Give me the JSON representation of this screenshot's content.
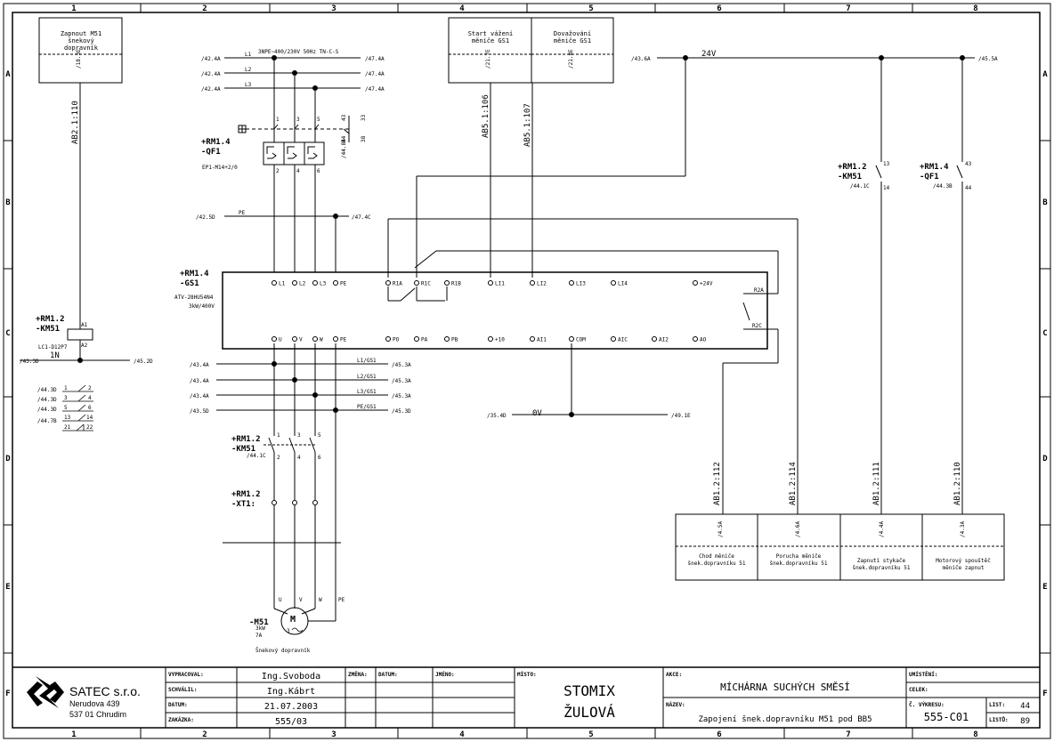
{
  "grid": {
    "columns": [
      "1",
      "2",
      "3",
      "4",
      "5",
      "6",
      "7",
      "8"
    ],
    "rows": [
      "A",
      "B",
      "C",
      "D",
      "E",
      "F"
    ]
  },
  "texts": {
    "col1_box": [
      "Zapnout M51",
      "šnekový",
      "dopravník"
    ],
    "col1_box_ref": "/18.3E",
    "wire_ab2": "AB2.1:110",
    "km51_coil_label": [
      "+RM1.2",
      "-KM51"
    ],
    "km51_coil_type": "LC1-D12P7",
    "coil_a1": "A1",
    "coil_a2": "A2",
    "wire_1n": "1N",
    "ref_433d": "/43.3D",
    "ref_452d": "/45.2D",
    "contacts_refs": [
      "/44.3D",
      "/44.3D",
      "/44.3D",
      "/44.7B"
    ],
    "contacts_nums": [
      "1",
      "2",
      "3",
      "4",
      "5",
      "6",
      "13",
      "14",
      "21",
      "22"
    ],
    "supply": "3NPE~400/230V 50Hz TN-C-S",
    "phase_labels": [
      "L1",
      "L2",
      "L3"
    ],
    "phase_refs_left": [
      "/42.4A",
      "/42.4A",
      "/42.4A"
    ],
    "phase_refs_right": [
      "/47.4A",
      "/47.4A",
      "/47.4A"
    ],
    "qf1_label": [
      "+RM1.4",
      "-QF1"
    ],
    "qf1_type": "EP1-M14+2/0",
    "qf1_top": [
      "1",
      "3",
      "5"
    ],
    "qf1_bottom": [
      "2",
      "4",
      "6"
    ],
    "qf1_aux": [
      "43",
      "44",
      "33",
      "38"
    ],
    "qf1_aux_ref": "/44.8B",
    "pe_ref_left": "/42.5D",
    "pe_label": "PE",
    "pe_ref_right": "/47.4C",
    "gs1_label": [
      "+RM1.4",
      "-GS1"
    ],
    "gs1_type": [
      "ATV-28HU54N4",
      "3kW/400V"
    ],
    "gs1_top_terms": [
      "L1",
      "L2",
      "L3",
      "PE",
      "R1A",
      "R1C",
      "R1B",
      "LI1",
      "LI2",
      "LI3",
      "LI4",
      "+24V"
    ],
    "gs1_bottom_terms": [
      "U",
      "V",
      "W",
      "PE",
      "PO",
      "PA",
      "PB",
      "+10",
      "AI1",
      "COM",
      "AIC",
      "AI2",
      "AO"
    ],
    "r2a": "R2A",
    "r2c": "R2C",
    "start_box": [
      "Start vážení",
      "měniče GS1"
    ],
    "start_ref": "/21.7E",
    "dov_box": [
      "Dovažování",
      "měniče GS1"
    ],
    "dov_ref": "/21.8E",
    "wire_106": "AB5.1:106",
    "wire_107": "AB5.1:107",
    "v24": "24V",
    "ref_436a": "/43.6A",
    "ref_455a": "/45.5A",
    "km51_aux_label": [
      "+RM1.2",
      "-KM51"
    ],
    "km51_aux_ref": "/44.1C",
    "km51_aux_nums": [
      "13",
      "14"
    ],
    "qf1_aux2_label": [
      "+RM1.4",
      "-QF1"
    ],
    "qf1_aux2_ref": "/44.3B",
    "qf1_aux2_nums": [
      "43",
      "44"
    ],
    "out_left_refs": [
      "/43.4A",
      "/43.4A",
      "/43.4A",
      "/43.5D"
    ],
    "out_labels": [
      "L1/GS1",
      "L2/GS1",
      "L3/GS1",
      "PE/GS1"
    ],
    "out_right_refs": [
      "/45.3A",
      "/45.3A",
      "/45.3A",
      "/45.3D"
    ],
    "v0": "0V",
    "ref_354d": "/35.4D",
    "ref_491e": "/49.1E",
    "km51_main_label": [
      "+RM1.2",
      "-KM51"
    ],
    "km51_main_ref": "/44.1C",
    "km51_main_top": [
      "1",
      "3",
      "5"
    ],
    "km51_main_bottom": [
      "2",
      "4",
      "6"
    ],
    "xt1_label": [
      "+RM1.2",
      "-XT1:"
    ],
    "motor_terms": [
      "U",
      "V",
      "W",
      "PE"
    ],
    "motor_label": "-M51",
    "motor_rating": [
      "3kW",
      "7A"
    ],
    "motor_symbol": "M",
    "motor_phase": "3",
    "motor_desc": "Šnekový dopravník",
    "out_wires": [
      "AB1.2:112",
      "AB1.2:114",
      "AB1.2:111",
      "AB1.2:110"
    ],
    "out_refs": [
      "/4.5A",
      "/4.6A",
      "/4.4A",
      "/4.3A"
    ],
    "out_boxes": [
      [
        "Chod měniče",
        "šnek.dopravníku 51"
      ],
      [
        "Porucha měniče",
        "šnek.dopravníku 51"
      ],
      [
        "Zapnutí stykače",
        "šnek.dopravníku 51"
      ],
      [
        "Motorový spouštěč",
        "měniče zapnut"
      ]
    ]
  },
  "title_block": {
    "company": "SATEC s.r.o.",
    "address1": "Nerudova 439",
    "address2": "537 01 Chrudim",
    "lbl_vypracoval": "VYPRACOVAL:",
    "vypracoval": "Ing.Svoboda",
    "lbl_schvalil": "SCHVÁLIL:",
    "schvalil": "Ing.Kábrt",
    "lbl_datum": "DATUM:",
    "datum": "21.07.2003",
    "lbl_zakazka": "ZAKÁZKA:",
    "zakazka": "555/03",
    "lbl_zmena": "ZMĚNA:",
    "lbl_datum2": "DATUM:",
    "lbl_jmeno": "JMÉNO:",
    "lbl_misto": "MÍSTO:",
    "misto1": "STOMIX",
    "misto2": "ŽULOVÁ",
    "lbl_akce": "AKCE:",
    "akce": "MÍCHÁRNA SUCHÝCH SMĚSÍ",
    "lbl_nazev": "NÁZEV:",
    "nazev": "Zapojení šnek.dopravníku M51 pod BB5",
    "lbl_umisteni": "UMÍSTĚNÍ:",
    "lbl_celek": "CELEK:",
    "lbl_vykres": "Č. VÝKRESU:",
    "vykres": "555-C01",
    "lbl_list": "LIST:",
    "list": "44",
    "lbl_listu": "LISTŮ:",
    "listu": "89"
  },
  "colors": {
    "line": "#000000",
    "bg": "#ffffff"
  }
}
